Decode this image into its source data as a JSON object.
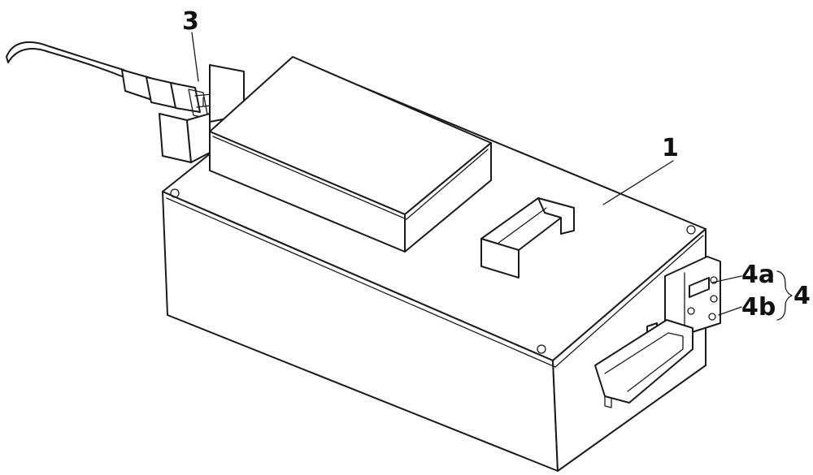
{
  "labels": {
    "l1": "1",
    "l3": "3",
    "l4": "4",
    "l4a": "4a",
    "l4b": "4b"
  },
  "colors": {
    "line": "#1a1a1a",
    "background": "#ffffff"
  }
}
